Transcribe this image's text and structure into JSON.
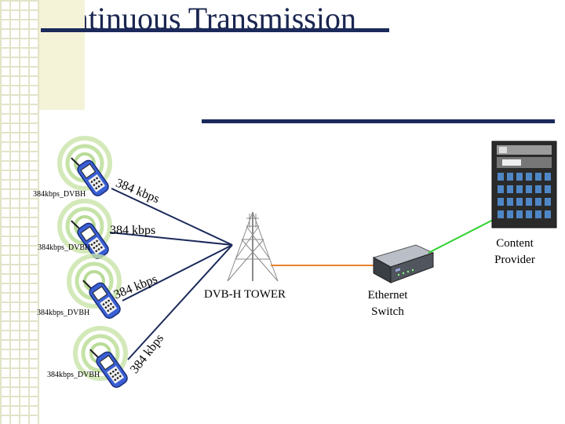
{
  "title": "Continuous Transmission",
  "phones": [
    {
      "label": "384kbps_DVBH",
      "rate": "384 kbps"
    },
    {
      "label": "384kbps_DVBH",
      "rate": "384 kbps"
    },
    {
      "label": "384kbps_DVBH",
      "rate": "384 kbps"
    },
    {
      "label": "384kbps_DVBH",
      "rate": "384 kbps"
    }
  ],
  "tower": {
    "label": "DVB-H TOWER"
  },
  "switch": {
    "label_line1": "Ethernet",
    "label_line2": "Switch"
  },
  "provider": {
    "label_line1": "Content",
    "label_line2": "Provider"
  },
  "colors": {
    "title": "#1b2650",
    "bar": "#1b2a5a",
    "tower_link": "#1b2a5a",
    "ethernet_link": "#e8822a",
    "provider_link": "#2ed12e",
    "phone_body": "#3a5fd4"
  }
}
